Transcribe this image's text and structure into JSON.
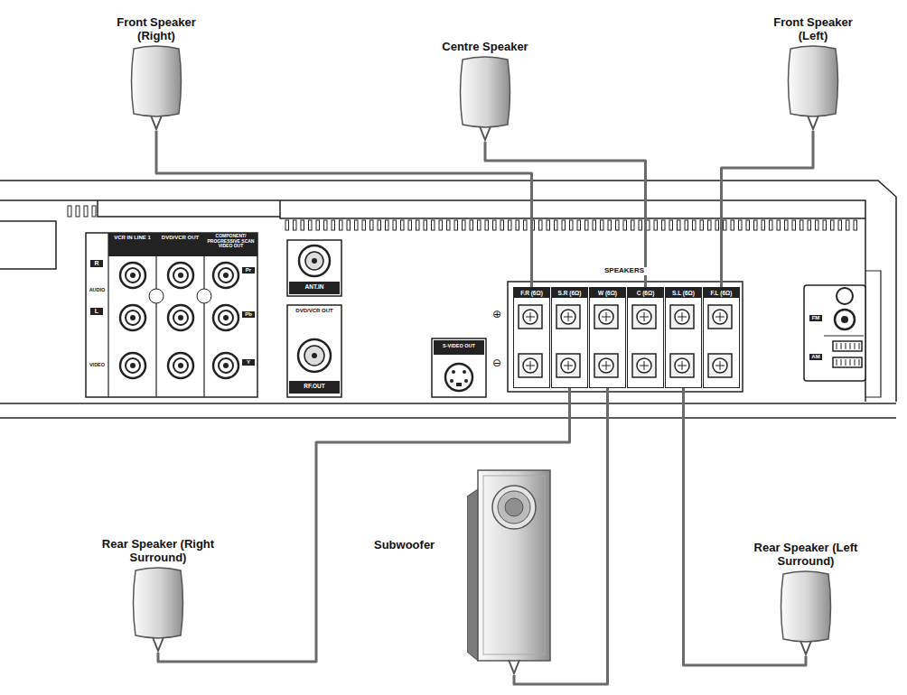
{
  "diagram": {
    "nodes": [
      {
        "text": [
          "Front Speaker (Right)"
        ]
      },
      {
        "text": [
          "Centre Speaker"
        ]
      },
      {
        "text": [
          "Front Speaker (Left)"
        ]
      },
      {
        "text": [
          "F.R (6Ω)"
        ]
      },
      {
        "text": [
          "S.R (6Ω)"
        ]
      },
      {
        "text": [
          "W (6Ω)"
        ]
      },
      {
        "text": [
          "C (6Ω)"
        ]
      },
      {
        "text": [
          "S.L (6Ω)"
        ]
      },
      {
        "text": [
          "F.L (6Ω)"
        ]
      },
      {
        "text": [
          "Rear Speaker (Right Surround)"
        ]
      },
      {
        "text": [
          "Subwoofer"
        ]
      },
      {
        "text": [
          "Rear Speaker (Left Surround)"
        ]
      }
    ],
    "edges": [
      {
        "from": 0,
        "to": 3,
        "arrow": "none"
      },
      {
        "from": 1,
        "to": 6,
        "arrow": "none"
      },
      {
        "from": 2,
        "to": 8,
        "arrow": "none"
      },
      {
        "from": 9,
        "to": 4,
        "arrow": "none"
      },
      {
        "from": 10,
        "to": 5,
        "arrow": "none"
      },
      {
        "from": 11,
        "to": 7,
        "arrow": "none"
      }
    ],
    "labels": [
      "SPEAKERS",
      "VCR IN LINE 1",
      "DVD/VCR OUT",
      "COMPONENT/ PROGRESSIVE SCAN VIDEO OUT",
      "R",
      "AUDIO",
      "L",
      "VIDEO",
      "Pr",
      "Pb",
      "Y",
      "ANT.IN",
      "DVD/VCR OUT",
      "RF.OUT",
      "S-VIDEO OUT",
      "⊕",
      "⊖",
      "FM",
      "AM"
    ]
  }
}
